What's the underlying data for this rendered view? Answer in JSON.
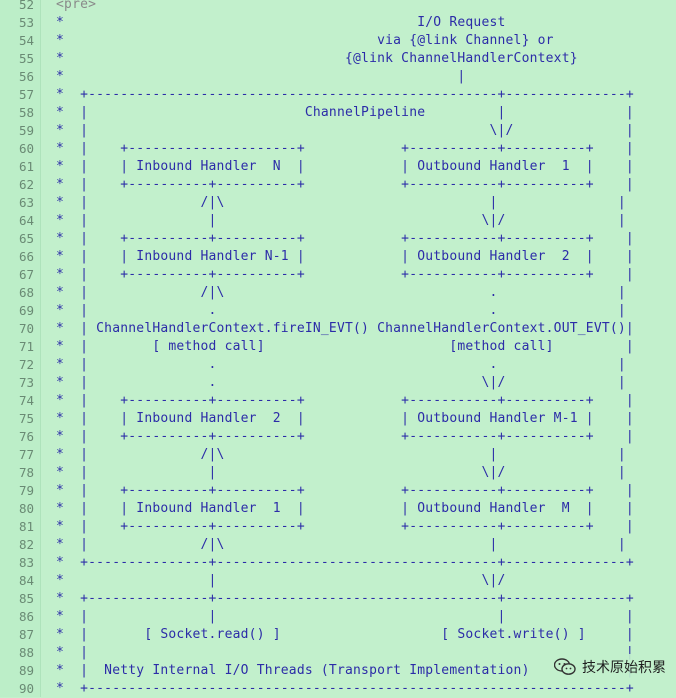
{
  "lines": [
    {
      "no": "52",
      "text": " <pre>"
    },
    {
      "no": "53",
      "text": " *                                            I/O Request"
    },
    {
      "no": "54",
      "text": " *                                       via {@link Channel} or"
    },
    {
      "no": "55",
      "text": " *                                   {@link ChannelHandlerContext}"
    },
    {
      "no": "56",
      "text": " *                                                 |"
    },
    {
      "no": "57",
      "text": " *  +---------------------------------------------------+---------------+"
    },
    {
      "no": "58",
      "text": " *  |                           ChannelPipeline         |               |"
    },
    {
      "no": "59",
      "text": " *  |                                                  \\|/              |"
    },
    {
      "no": "60",
      "text": " *  |    +---------------------+            +-----------+----------+    |"
    },
    {
      "no": "61",
      "text": " *  |    | Inbound Handler  N  |            | Outbound Handler  1  |    |"
    },
    {
      "no": "62",
      "text": " *  |    +----------+----------+            +-----------+----------+    |"
    },
    {
      "no": "63",
      "text": " *  |              /|\\                                 |               |"
    },
    {
      "no": "64",
      "text": " *  |               |                                 \\|/              |"
    },
    {
      "no": "65",
      "text": " *  |    +----------+----------+            +-----------+----------+    |"
    },
    {
      "no": "66",
      "text": " *  |    | Inbound Handler N-1 |            | Outbound Handler  2  |    |"
    },
    {
      "no": "67",
      "text": " *  |    +----------+----------+            +-----------+----------+    |"
    },
    {
      "no": "68",
      "text": " *  |              /|\\                                 .               |"
    },
    {
      "no": "69",
      "text": " *  |               .                                  .               |"
    },
    {
      "no": "70",
      "text": " *  | ChannelHandlerContext.fireIN_EVT() ChannelHandlerContext.OUT_EVT()|"
    },
    {
      "no": "71",
      "text": " *  |        [ method call]                       [method call]         |"
    },
    {
      "no": "72",
      "text": " *  |               .                                  .               |"
    },
    {
      "no": "73",
      "text": " *  |               .                                 \\|/              |"
    },
    {
      "no": "74",
      "text": " *  |    +----------+----------+            +-----------+----------+    |"
    },
    {
      "no": "75",
      "text": " *  |    | Inbound Handler  2  |            | Outbound Handler M-1 |    |"
    },
    {
      "no": "76",
      "text": " *  |    +----------+----------+            +-----------+----------+    |"
    },
    {
      "no": "77",
      "text": " *  |              /|\\                                 |               |"
    },
    {
      "no": "78",
      "text": " *  |               |                                 \\|/              |"
    },
    {
      "no": "79",
      "text": " *  |    +----------+----------+            +-----------+----------+    |"
    },
    {
      "no": "80",
      "text": " *  |    | Inbound Handler  1  |            | Outbound Handler  M  |    |"
    },
    {
      "no": "81",
      "text": " *  |    +----------+----------+            +-----------+----------+    |"
    },
    {
      "no": "82",
      "text": " *  |              /|\\                                 |               |"
    },
    {
      "no": "83",
      "text": " *  +---------------+-----------------------------------+---------------+"
    },
    {
      "no": "84",
      "text": " *                  |                                 \\|/"
    },
    {
      "no": "85",
      "text": " *  +---------------+-----------------------------------+---------------+"
    },
    {
      "no": "86",
      "text": " *  |               |                                   |               |"
    },
    {
      "no": "87",
      "text": " *  |       [ Socket.read() ]                    [ Socket.write() ]     |"
    },
    {
      "no": "88",
      "text": " *  |                                                                   |"
    },
    {
      "no": "89",
      "text": " *  |  Netty Internal I/O Threads (Transport Implementation)            |"
    },
    {
      "no": "90",
      "text": " *  +-------------------------------------------------------------------+"
    }
  ],
  "watermark": {
    "label": "技术原始积累",
    "icon": "wechat-icon"
  },
  "colors": {
    "background": "#c2f0cc",
    "code_text": "#2c2ca8",
    "line_number": "#6a8a74"
  }
}
